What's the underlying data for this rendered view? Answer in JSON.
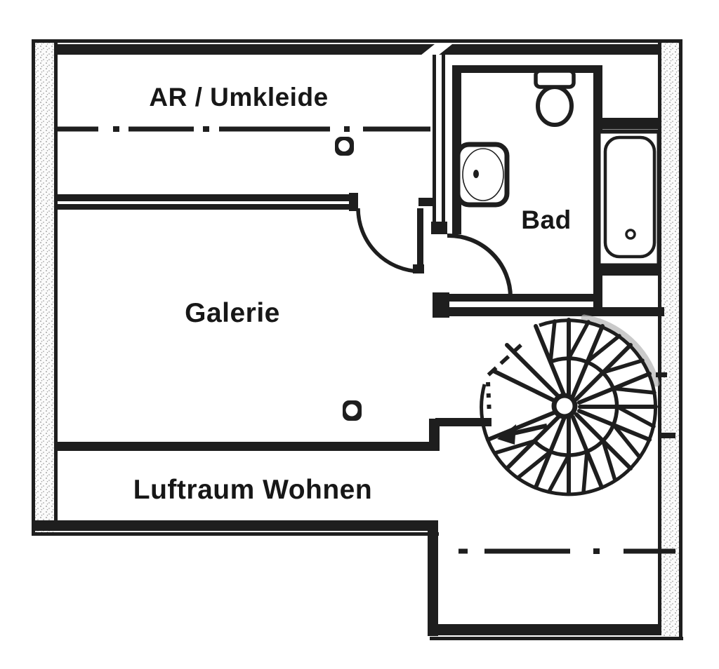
{
  "plan": {
    "type": "floor-plan",
    "rooms": {
      "ar_umkleide": {
        "label": "AR / Umkleide"
      },
      "galerie": {
        "label": "Galerie"
      },
      "bad": {
        "label": "Bad"
      },
      "luftraum_wohnen": {
        "label": "Luftraum Wohnen"
      }
    },
    "fixtures": {
      "toilet": "toilet-symbol",
      "sink": "sink-symbol",
      "bathtub": "bathtub-symbol",
      "spiral_staircase": "spiral-staircase-symbol",
      "columns": "column-symbol",
      "doors": "door-swing-symbol"
    },
    "colors": {
      "ink": "#1e1e1e",
      "paper": "#ffffff",
      "stipple": "#8f8f8f",
      "shade": "#b4b4b4",
      "label": "#171717"
    }
  }
}
